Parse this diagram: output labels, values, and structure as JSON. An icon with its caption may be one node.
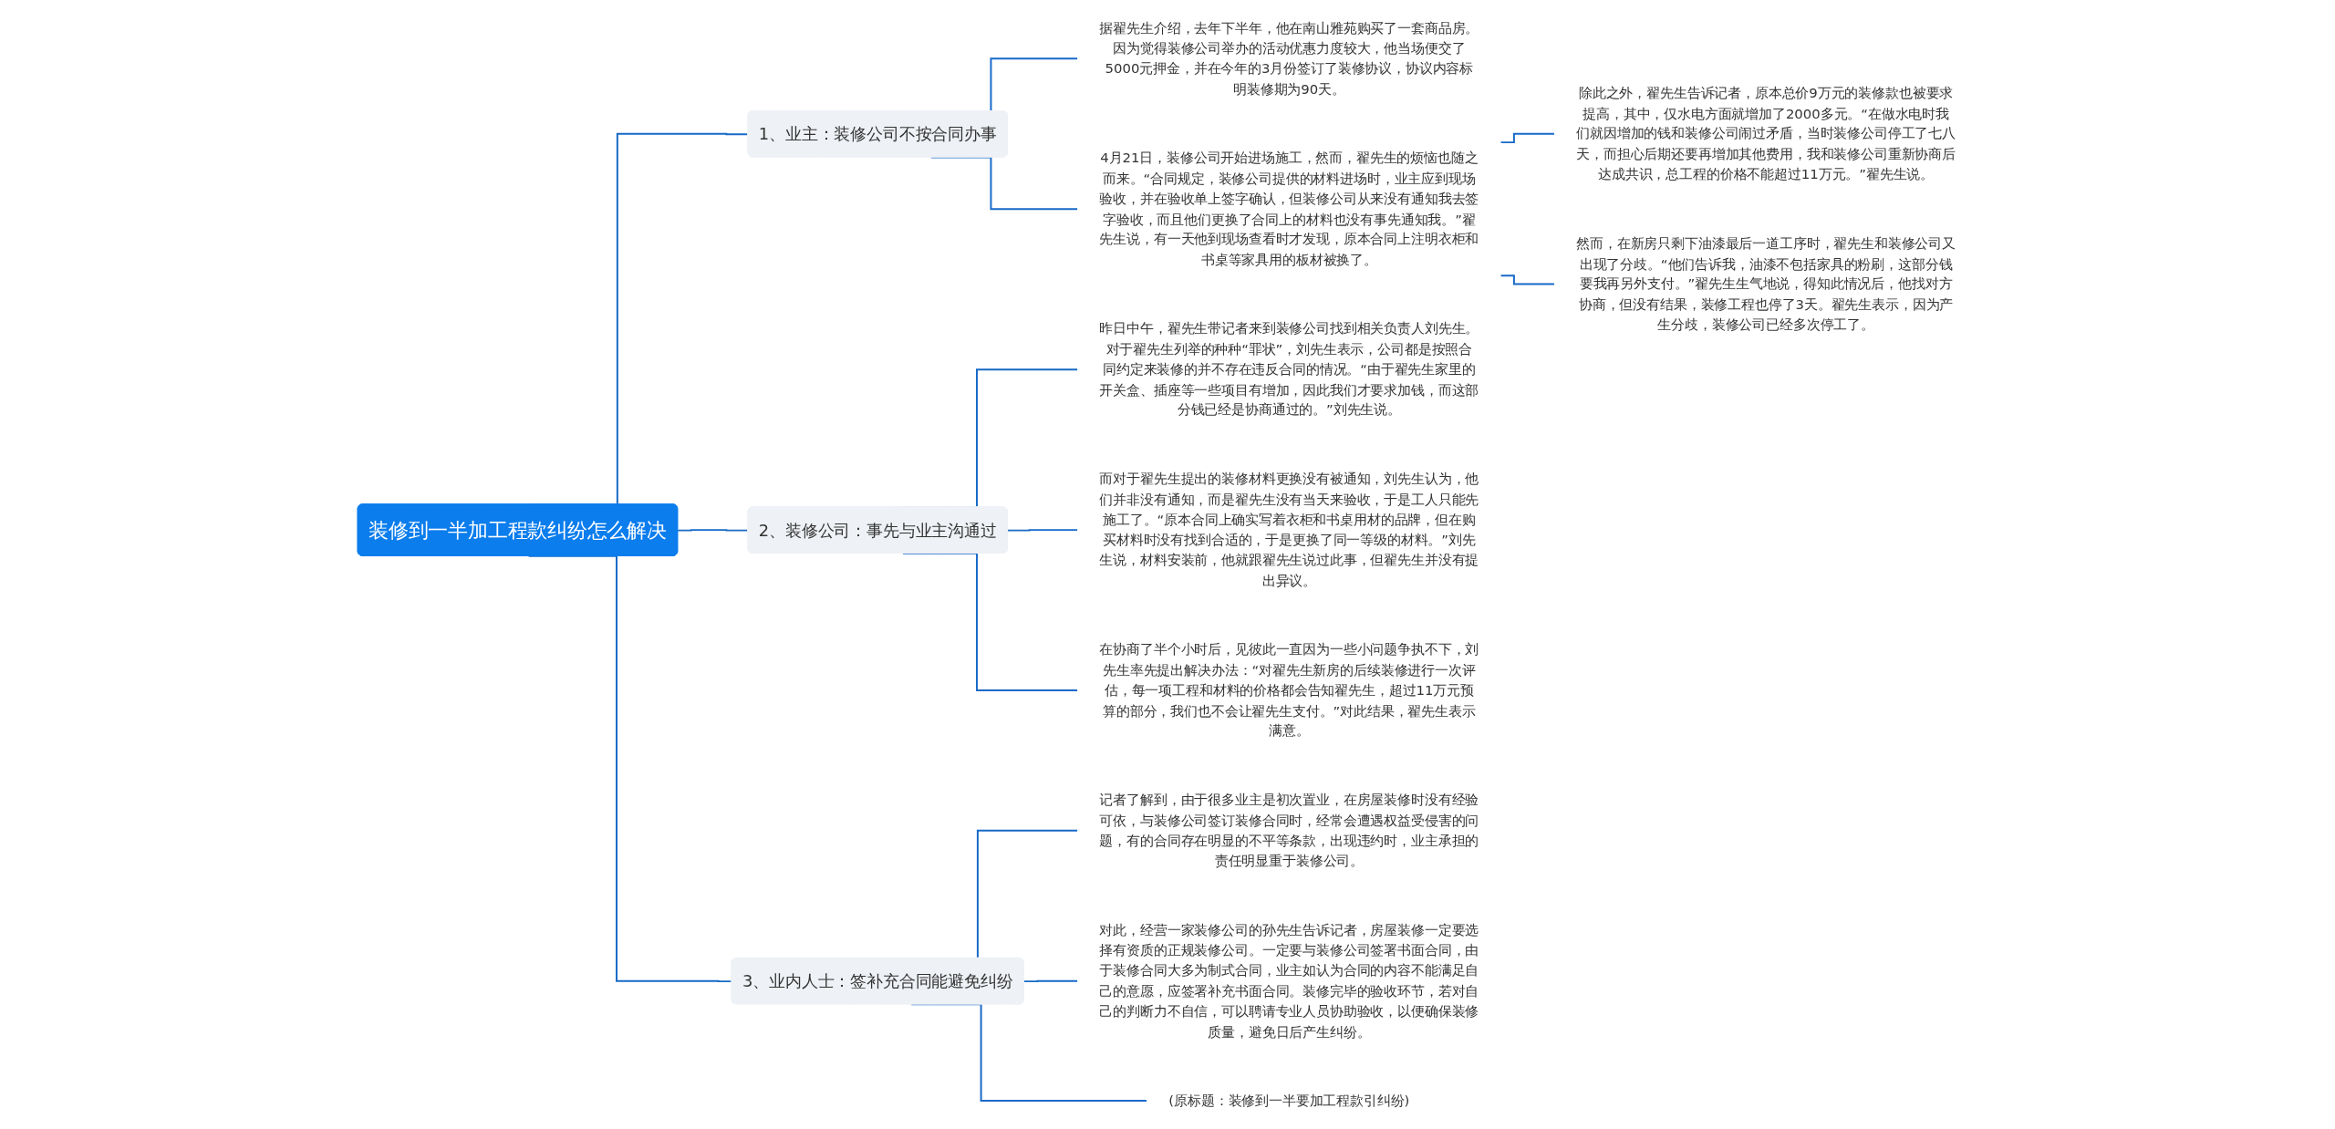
{
  "diagram": {
    "nodes": [
      {
        "text": [
          "装修到一半加工程款纠纷怎么解决"
        ]
      },
      {
        "text": [
          "1、业主：装修公司不按合同办事"
        ]
      },
      {
        "text": [
          "据翟先生介绍，去年下半年，他在南山雅苑购买了一套商品房。因为觉得装修公司举办的活动优惠力度较大，他当场便交了5000元押金，并在今年的3月份签订了装修协议，协议内容标明装修期为90天。"
        ]
      },
      {
        "text": [
          "4月21日，装修公司开始进场施工，然而，翟先生的烦恼也随之而来。“合同规定，装修公司提供的材料进场时，业主应到现场验收，并在验收单上签字确认，但装修公司从来没有通知我去签字验收，而且他们更换了合同上的材料也没有事先通知我。”翟先生说，有一天他到现场查看时才发现，原本合同上注明衣柜和书桌等家具用的板材被换了。"
        ]
      },
      {
        "text": [
          "除此之外，翟先生告诉记者，原本总价9万元的装修款也被要求提高，其中，仅水电方面就增加了2000多元。“在做水电时我们就因增加的钱和装修公司闹过矛盾，当时装修公司停工了七八天，而担心后期还要再增加其他费用，我和装修公司重新协商后达成共识，总工程的价格不能超过11万元。”翟先生说。"
        ]
      },
      {
        "text": [
          "然而，在新房只剩下油漆最后一道工序时，翟先生和装修公司又出现了分歧。“他们告诉我，油漆不包括家具的粉刷，这部分钱要我再另外支付。”翟先生生气地说，得知此情况后，他找对方协商，但没有结果，装修工程也停了3天。翟先生表示，因为产生分歧，装修公司已经多次停工了。"
        ]
      },
      {
        "text": [
          "2、装修公司：事先与业主沟通过"
        ]
      },
      {
        "text": [
          "昨日中午，翟先生带记者来到装修公司找到相关负责人刘先生。对于翟先生列举的种种“罪状”，刘先生表示，公司都是按照合同约定来装修的并不存在违反合同的情况。“由于翟先生家里的开关盒、插座等一些项目有增加，因此我们才要求加钱，而这部分钱已经是协商通过的。”刘先生说。"
        ]
      },
      {
        "text": [
          "而对于翟先生提出的装修材料更换没有被通知，刘先生认为，他们并非没有通知，而是翟先生没有当天来验收，于是工人只能先施工了。“原本合同上确实写着衣柜和书桌用材的品牌，但在购买材料时没有找到合适的，于是更换了同一等级的材料。”刘先生说，材料安装前，他就跟翟先生说过此事，但翟先生并没有提出异议。"
        ]
      },
      {
        "text": [
          "在协商了半个小时后，见彼此一直因为一些小问题争执不下，刘先生率先提出解决办法：“对翟先生新房的后续装修进行一次评估，每一项工程和材料的价格都会告知翟先生，超过11万元预算的部分，我们也不会让翟先生支付。”对此结果，翟先生表示满意。"
        ]
      },
      {
        "text": [
          "3、业内人士：签补充合同能避免纠纷"
        ]
      },
      {
        "text": [
          "记者了解到，由于很多业主是初次置业，在房屋装修时没有经验可依，与装修公司签订装修合同时，经常会遭遇权益受侵害的问题，有的合同存在明显的不平等条款，出现违约时，业主承担的责任明显重于装修公司。"
        ]
      },
      {
        "text": [
          "对此，经营一家装修公司的孙先生告诉记者，房屋装修一定要选择有资质的正规装修公司。一定要与装修公司签署书面合同，由于装修合同大多为制式合同，业主如认为合同的内容不能满足自己的意愿，应签署补充书面合同。装修完毕的验收环节，若对自己的判断力不自信，可以聘请专业人员协助验收，以便确保装修质量，避免日后产生纠纷。"
        ]
      },
      {
        "text": [
          "(原标题：装修到一半要加工程款引纠纷)"
        ]
      }
    ],
    "edges": [
      {
        "from": 0,
        "to": 1,
        "arrow": "none"
      },
      {
        "from": 1,
        "to": 2,
        "arrow": "none"
      },
      {
        "from": 1,
        "to": 3,
        "arrow": "none"
      },
      {
        "from": 3,
        "to": 4,
        "arrow": "none"
      },
      {
        "from": 3,
        "to": 5,
        "arrow": "none"
      },
      {
        "from": 0,
        "to": 6,
        "arrow": "none"
      },
      {
        "from": 6,
        "to": 7,
        "arrow": "none"
      },
      {
        "from": 6,
        "to": 8,
        "arrow": "none"
      },
      {
        "from": 6,
        "to": 9,
        "arrow": "none"
      },
      {
        "from": 0,
        "to": 10,
        "arrow": "none"
      },
      {
        "from": 10,
        "to": 11,
        "arrow": "none"
      },
      {
        "from": 10,
        "to": 12,
        "arrow": "none"
      },
      {
        "from": 10,
        "to": 13,
        "arrow": "none"
      }
    ]
  }
}
